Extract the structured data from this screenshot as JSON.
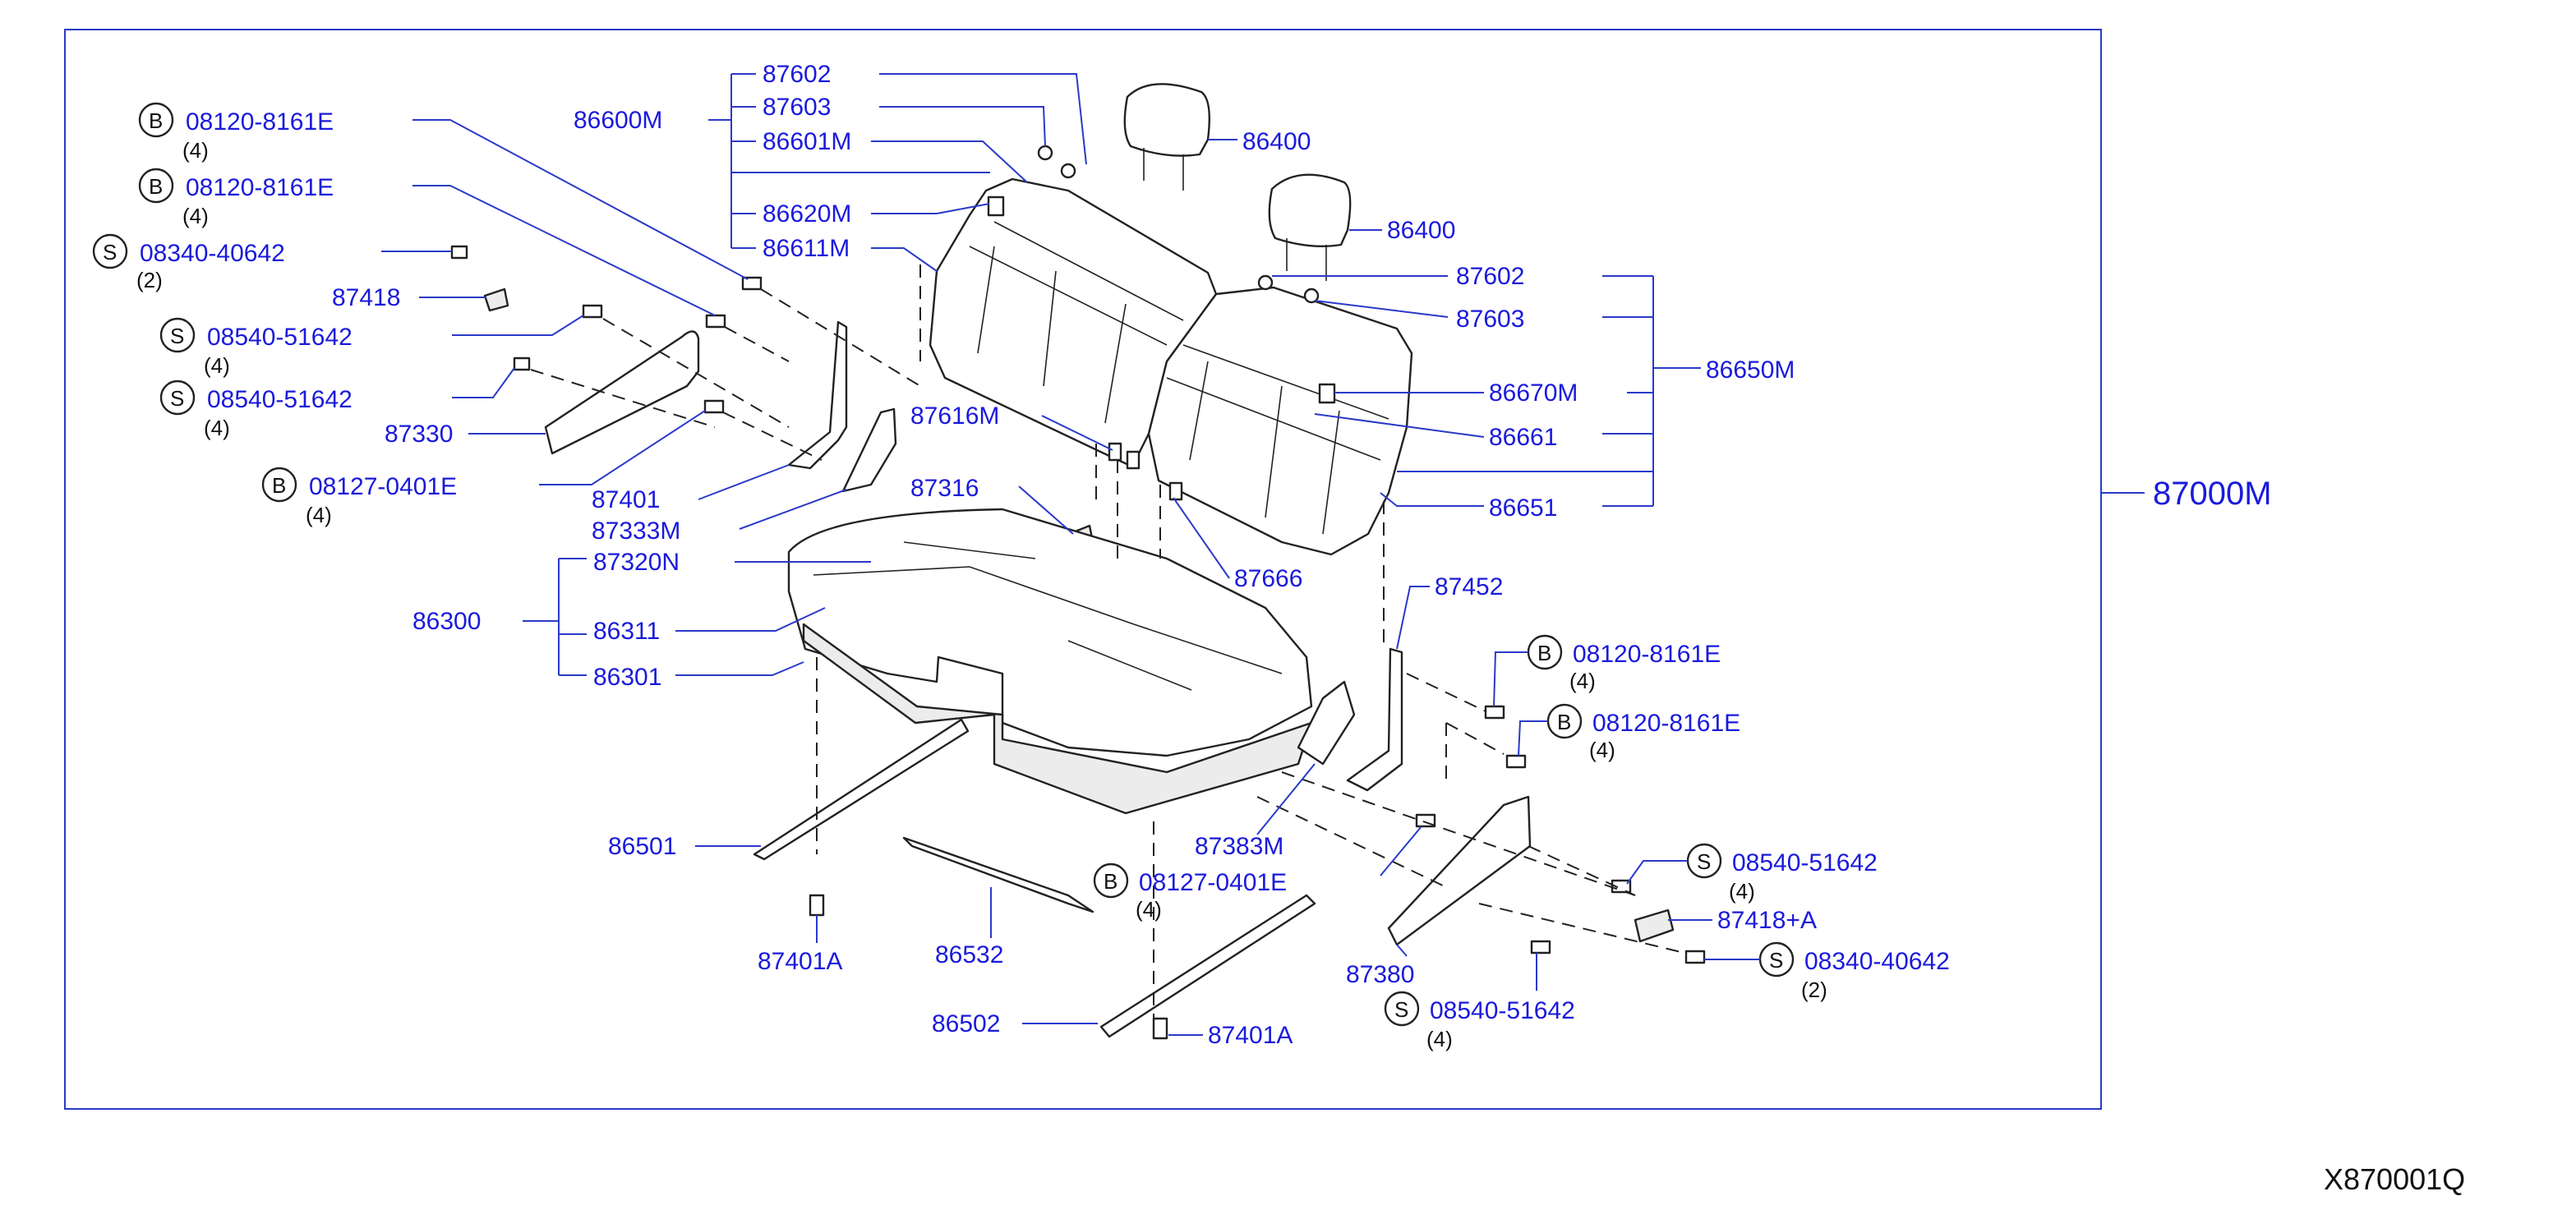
{
  "diagram_code": "X870001Q",
  "assembly_label": "87000M",
  "colors": {
    "label": "#1a1adc",
    "leader": "#2a3ac8",
    "line": "#222222",
    "frame": "#2a3ac8"
  },
  "circle_letters": {
    "bolt": "B",
    "screw": "S"
  },
  "fasteners": [
    {
      "letter": "B",
      "part": "08120-8161E",
      "qty": "(4)"
    },
    {
      "letter": "B",
      "part": "08120-8161E",
      "qty": "(4)"
    },
    {
      "letter": "S",
      "part": "08340-40642",
      "qty": "(2)"
    },
    {
      "letter": "S",
      "part": "08540-51642",
      "qty": "(4)"
    },
    {
      "letter": "S",
      "part": "08540-51642",
      "qty": "(4)"
    },
    {
      "letter": "B",
      "part": "08127-0401E",
      "qty": "(4)"
    },
    {
      "letter": "B",
      "part": "08120-8161E",
      "qty": "(4)"
    },
    {
      "letter": "B",
      "part": "08120-8161E",
      "qty": "(4)"
    },
    {
      "letter": "S",
      "part": "08540-51642",
      "qty": "(4)"
    },
    {
      "letter": "S",
      "part": "08340-40642",
      "qty": "(2)"
    },
    {
      "letter": "B",
      "part": "08127-0401E",
      "qty": "(4)"
    },
    {
      "letter": "S",
      "part": "08540-51642",
      "qty": "(4)"
    }
  ],
  "parts": {
    "p87418": "87418",
    "p87330": "87330",
    "p87401": "87401",
    "p87333M": "87333M",
    "p86600M": "86600M",
    "p87602a": "87602",
    "p87603a": "87603",
    "p86601M": "86601M",
    "p86620M": "86620M",
    "p86611M": "86611M",
    "p86400a": "86400",
    "p86400b": "86400",
    "p87602b": "87602",
    "p87603b": "87603",
    "p86650M": "86650M",
    "p86670M": "86670M",
    "p86661": "86661",
    "p86651": "86651",
    "p87616M": "87616M",
    "p87316": "87316",
    "p87666": "87666",
    "p87320N": "87320N",
    "p86300": "86300",
    "p86311": "86311",
    "p86301": "86301",
    "p87452": "87452",
    "p87383M": "87383M",
    "p86501": "86501",
    "p87401Aa": "87401A",
    "p86532": "86532",
    "p86502": "86502",
    "p87401Ab": "87401A",
    "p87380": "87380",
    "p87418A": "87418+A"
  }
}
